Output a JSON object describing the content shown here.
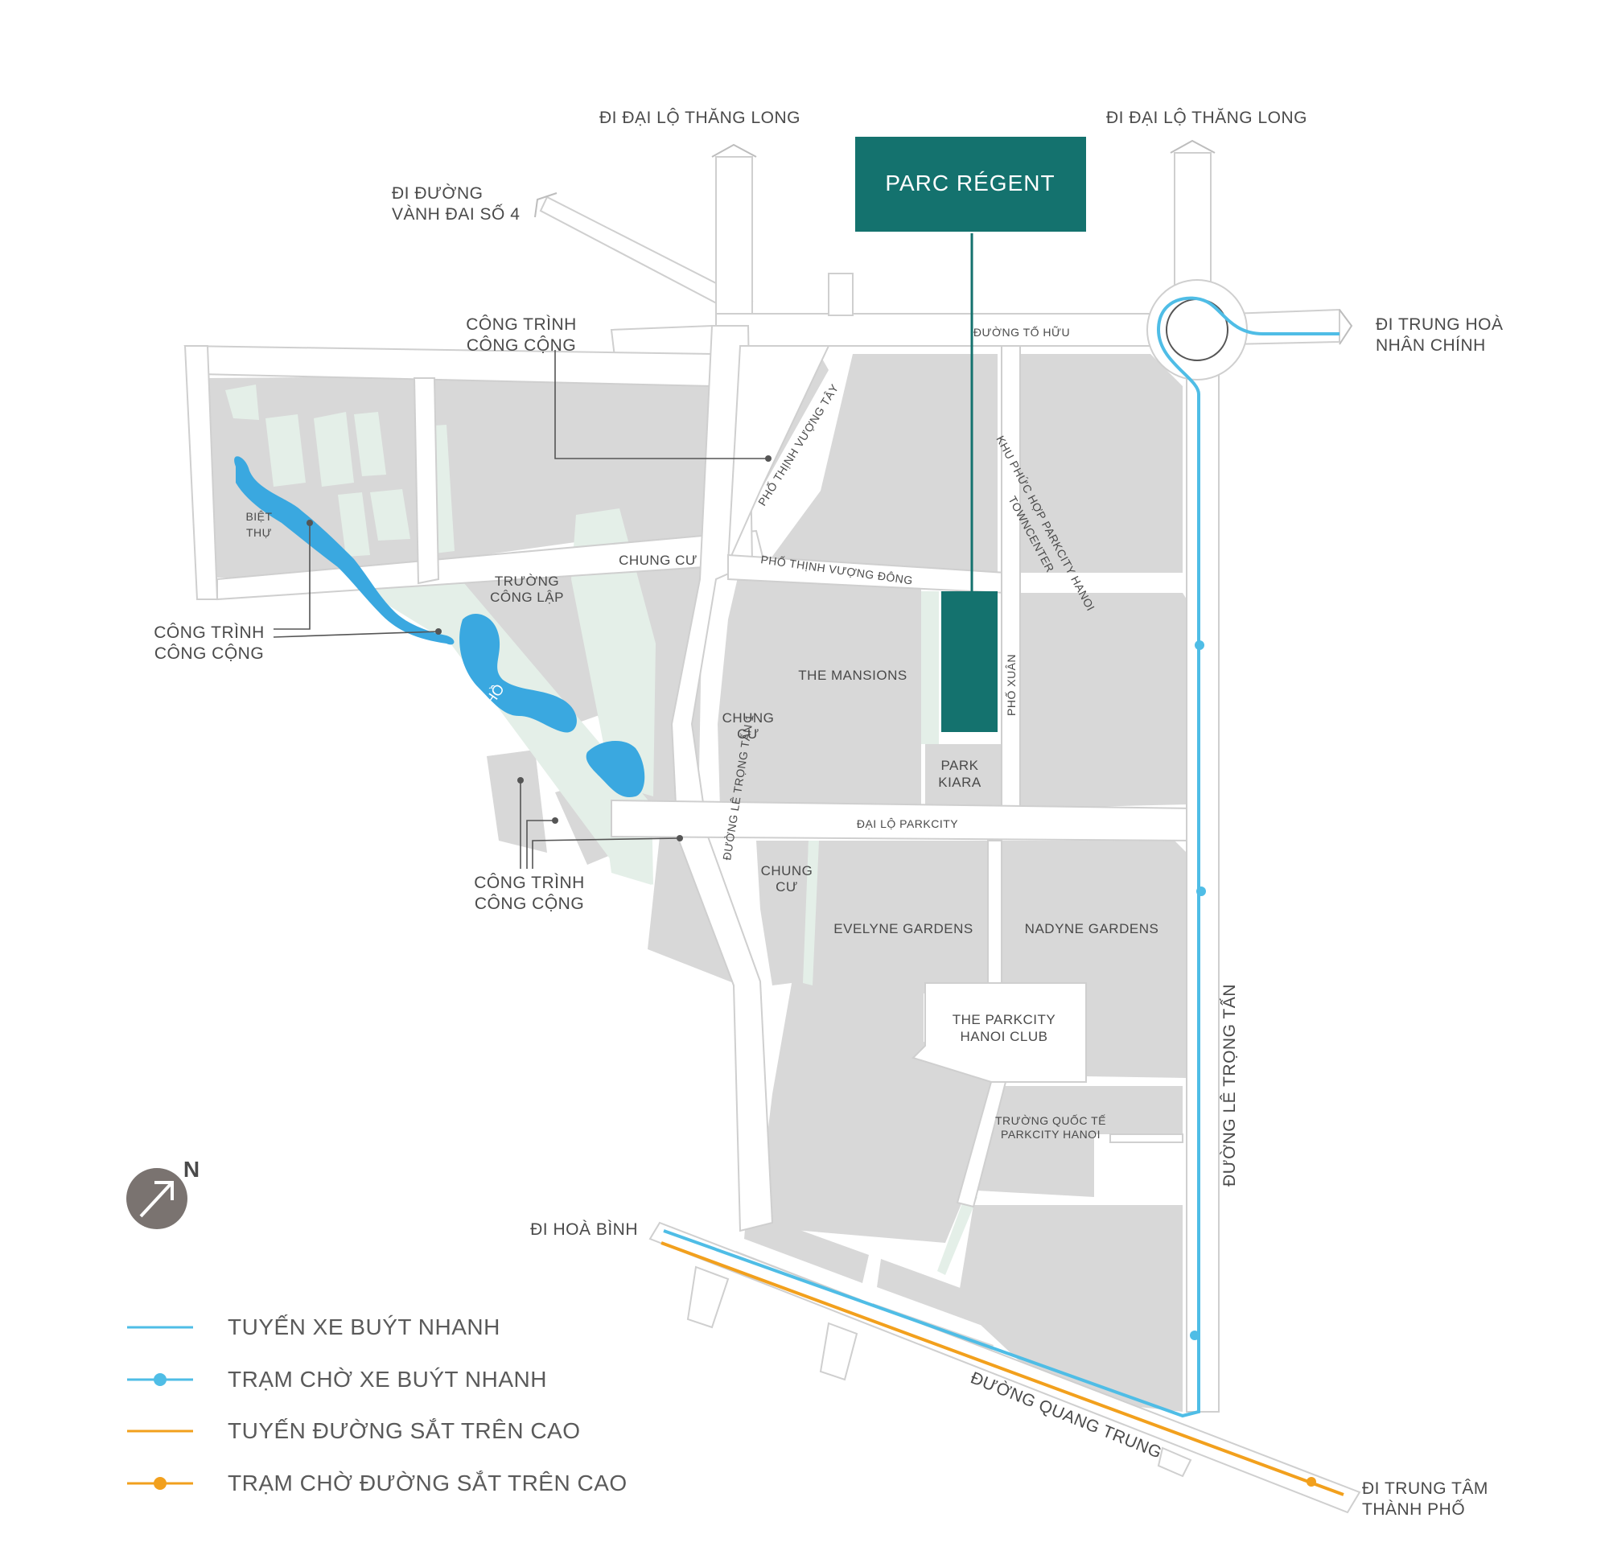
{
  "title": "PARC RÉGENT",
  "colors": {
    "brand": "#14726e",
    "brt": "#4fbde6",
    "metro": "#f2a01d",
    "block": "#d8d8d8",
    "green": "#e4efe8",
    "water": "#3aa8e0",
    "label": "#4a4a4a"
  },
  "compass": {
    "letter": "N",
    "icon": "north-arrow-icon"
  },
  "directions": {
    "thang_long_left": "ĐI ĐẠI LỘ THĂNG LONG",
    "thang_long_right": "ĐI ĐẠI LỘ THĂNG LONG",
    "vanh_dai_4_l1": "ĐI ĐƯỜNG",
    "vanh_dai_4_l2": "VÀNH ĐAI SỐ 4",
    "trung_hoa_l1": "ĐI TRUNG HOÀ",
    "trung_hoa_l2": "NHÂN CHÍNH",
    "hoa_binh": "ĐI HOÀ BÌNH",
    "trung_tam_l1": "ĐI TRUNG TÂM",
    "trung_tam_l2": "THÀNH PHỐ"
  },
  "streets": {
    "to_huu": "ĐƯỜNG TỐ HỮU",
    "thinh_vuong_tay": "PHỐ THỊNH VƯỢNG TÂY",
    "thinh_vuong_dong": "PHỐ THỊNH VƯỢNG ĐÔNG",
    "le_trong_tan_1": "ĐƯỜNG LÊ TRỌNG TẤN 1",
    "dai_lo_parkcity": "ĐẠI LỘ PARKCITY",
    "pho_xuan": "PHỐ XUÂN",
    "le_trong_tan": "ĐƯỜNG LÊ TRỌNG TẤN",
    "quang_trung": "ĐƯỜNG QUANG TRUNG"
  },
  "places": {
    "cong_trinh_top_l1": "CÔNG TRÌNH",
    "cong_trinh_top_l2": "CÔNG CỘNG",
    "cong_trinh_left_l1": "CÔNG TRÌNH",
    "cong_trinh_left_l2": "CÔNG CỘNG",
    "cong_trinh_bottom_l1": "CÔNG TRÌNH",
    "cong_trinh_bottom_l2": "CÔNG CỘNG",
    "biet_thu_l1": "BIỆT",
    "biet_thu_l2": "THỰ",
    "truong_cong_lap_l1": "TRƯỜNG",
    "truong_cong_lap_l2": "CÔNG LẬP",
    "chung_cu_1": "CHUNG CƯ",
    "ho": "HỒ",
    "chung_cu_2_l1": "CHUNG",
    "chung_cu_2_l2": "CƯ",
    "the_mansions": "THE MANSIONS",
    "park_kiara_l1": "PARK",
    "park_kiara_l2": "KIARA",
    "khu_phuc_hop_l1": "KHU PHỨC HỢP PARKCITY HANOI",
    "khu_phuc_hop_l2": "TOWNCENTER",
    "chung_cu_3_l1": "CHUNG",
    "chung_cu_3_l2": "CƯ",
    "evelyne": "EVELYNE GARDENS",
    "nadyne": "NADYNE GARDENS",
    "club_l1": "THE PARKCITY",
    "club_l2": "HANOI CLUB",
    "school_l1": "TRƯỜNG QUỐC TẾ",
    "school_l2": "PARKCITY HANOI"
  },
  "legend": [
    {
      "label": "TUYẾN XE BUÝT NHANH",
      "color": "#4fbde6",
      "marker": false
    },
    {
      "label": "TRẠM CHỜ XE BUÝT NHANH",
      "color": "#4fbde6",
      "marker": true
    },
    {
      "label": "TUYẾN ĐƯỜNG SẮT TRÊN CAO",
      "color": "#f2a01d",
      "marker": false
    },
    {
      "label": "TRẠM CHỜ ĐƯỜNG SẮT TRÊN CAO",
      "color": "#f2a01d",
      "marker": true
    }
  ]
}
